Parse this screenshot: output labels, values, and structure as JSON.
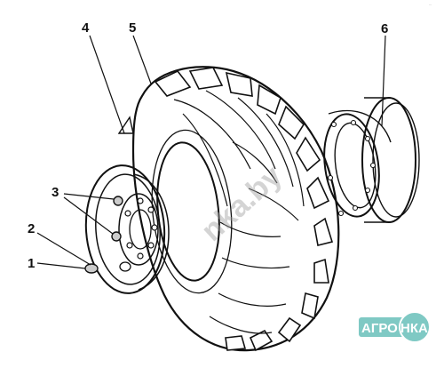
{
  "callouts": [
    {
      "id": "1",
      "label": "1"
    },
    {
      "id": "2",
      "label": "2"
    },
    {
      "id": "3",
      "label": "3"
    },
    {
      "id": "4",
      "label": "4"
    },
    {
      "id": "5",
      "label": "5"
    },
    {
      "id": "6",
      "label": "6"
    }
  ],
  "watermark": "nka.by",
  "logo": {
    "left_text": "АГРО",
    "right_text": "НКА",
    "color_primary": "#7fc9c4",
    "color_text": "#ffffff"
  },
  "corner_mark": "...",
  "colors": {
    "ink": "#111111",
    "background": "#ffffff"
  }
}
